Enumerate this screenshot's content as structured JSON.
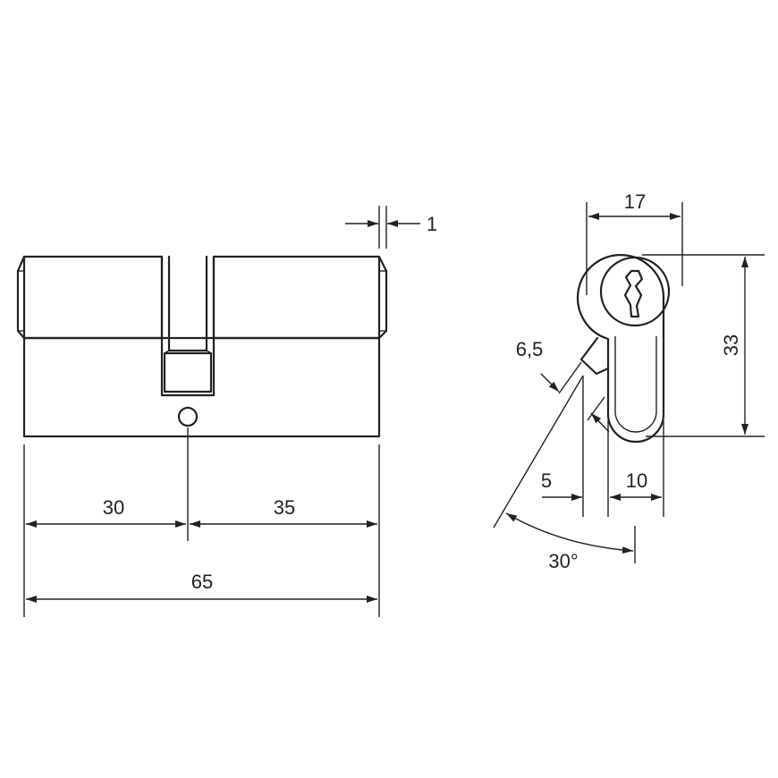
{
  "dimensions": {
    "thickness": "1",
    "left_length": "30",
    "right_length": "35",
    "total_length": "65",
    "profile_width": "17",
    "profile_height": "33",
    "cam_tip_width": "6,5",
    "offset": "5",
    "lower_width": "10",
    "cam_angle": "30°"
  },
  "colors": {
    "line": "#222222",
    "background": "#ffffff"
  }
}
